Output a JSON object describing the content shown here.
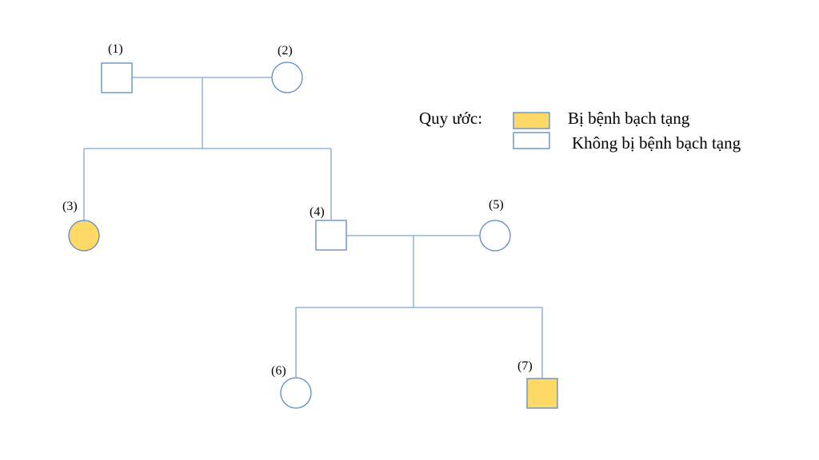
{
  "pedigree": {
    "individuals": [
      {
        "id": "1",
        "label": "(1)",
        "sex": "male",
        "affected": false
      },
      {
        "id": "2",
        "label": "(2)",
        "sex": "female",
        "affected": false
      },
      {
        "id": "3",
        "label": "(3)",
        "sex": "female",
        "affected": true
      },
      {
        "id": "4",
        "label": "(4)",
        "sex": "male",
        "affected": false
      },
      {
        "id": "5",
        "label": "(5)",
        "sex": "female",
        "affected": false
      },
      {
        "id": "6",
        "label": "(6)",
        "sex": "female",
        "affected": false
      },
      {
        "id": "7",
        "label": "(7)",
        "sex": "male",
        "affected": true
      }
    ],
    "couples": [
      [
        "1",
        "2"
      ],
      [
        "4",
        "5"
      ]
    ],
    "children": {
      "1-2": [
        "3",
        "4"
      ],
      "4-5": [
        "6",
        "7"
      ]
    }
  },
  "legend": {
    "title": "Quy ước:",
    "affected_label": "Bị bệnh bạch tạng",
    "unaffected_label": "Không bị bệnh bạch tạng"
  },
  "colors": {
    "affected_fill": "#ffd966",
    "unaffected_fill": "#ffffff",
    "outline": "#5b8ac6",
    "line": "#7ea6d4"
  }
}
